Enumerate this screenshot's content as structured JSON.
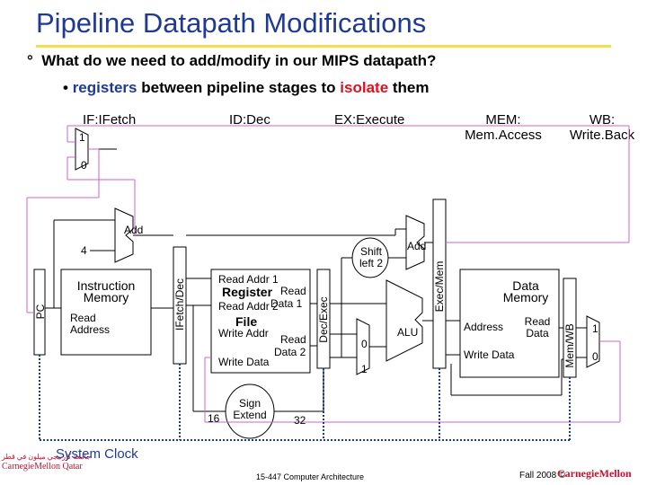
{
  "slide": {
    "title": "Pipeline Datapath Modifications",
    "bullet_marker": "°",
    "bullet1": "What do we need to add/modify in our MIPS datapath?",
    "bullet2_marker": "•",
    "bullet2_a": "registers",
    "bullet2_b": " between pipeline stages to ",
    "bullet2_c": "isolate",
    "bullet2_d": " them"
  },
  "stages": {
    "if": "IF:IFetch",
    "id": "ID:Dec",
    "ex": "EX:Execute",
    "mem_1": "MEM:",
    "mem_2": "Mem.Access",
    "wb_1": "WB:",
    "wb_2": "Write.Back"
  },
  "components": {
    "mux_top_1": "1",
    "mux_top_0": "0",
    "add_pc": "Add",
    "four": "4",
    "pc": "PC",
    "imem_1": "Instruction",
    "imem_2": "Memory",
    "imem_read_1": "Read",
    "imem_read_2": "Address",
    "reg_ifdec": "IFetch/Dec",
    "rf_read1": "Read Addr 1",
    "rf_register": "Register",
    "rf_read_label": "Read",
    "rf_read2": "Read Addr 2",
    "rf_data1": "Data 1",
    "rf_file": "File",
    "rf_write_addr": "Write Addr",
    "rf_read_b": "Read",
    "rf_data2": "Data 2",
    "rf_write_data": "Write Data",
    "sign_ext_1": "Sign",
    "sign_ext_2": "Extend",
    "sign_in": "16",
    "sign_out": "32",
    "reg_decexec": "Dec/Exec",
    "shift_1": "Shift",
    "shift_2": "left 2",
    "add_branch": "Add",
    "alu_mux_0": "0",
    "alu_mux_1": "1",
    "alu": "ALU",
    "reg_execmem": "Exec/Mem",
    "dmem_1": "Data",
    "dmem_2": "Memory",
    "dmem_addr": "Address",
    "dmem_read_1": "Read",
    "dmem_read_2": "Data",
    "dmem_write": "Write Data",
    "reg_memwb": "Mem/WB",
    "wb_mux_1": "1",
    "wb_mux_0": "0"
  },
  "footer": {
    "system_clock": "System Clock",
    "course": "15-447 Computer Architecture",
    "term": "Fall 2008 ©",
    "logo": "CarnegieMellon",
    "logo_left_1": "جامعة كارنيجي ميلون في قطر",
    "logo_left_2": "CarnegieMellon Qatar"
  },
  "colors": {
    "title": "#1f3a93",
    "underline": "#f2df4a",
    "clock_wire": "#1f3a93",
    "wire": "#000000",
    "feedback_wire": "#cc66cc",
    "accent_red": "#e0101d"
  }
}
